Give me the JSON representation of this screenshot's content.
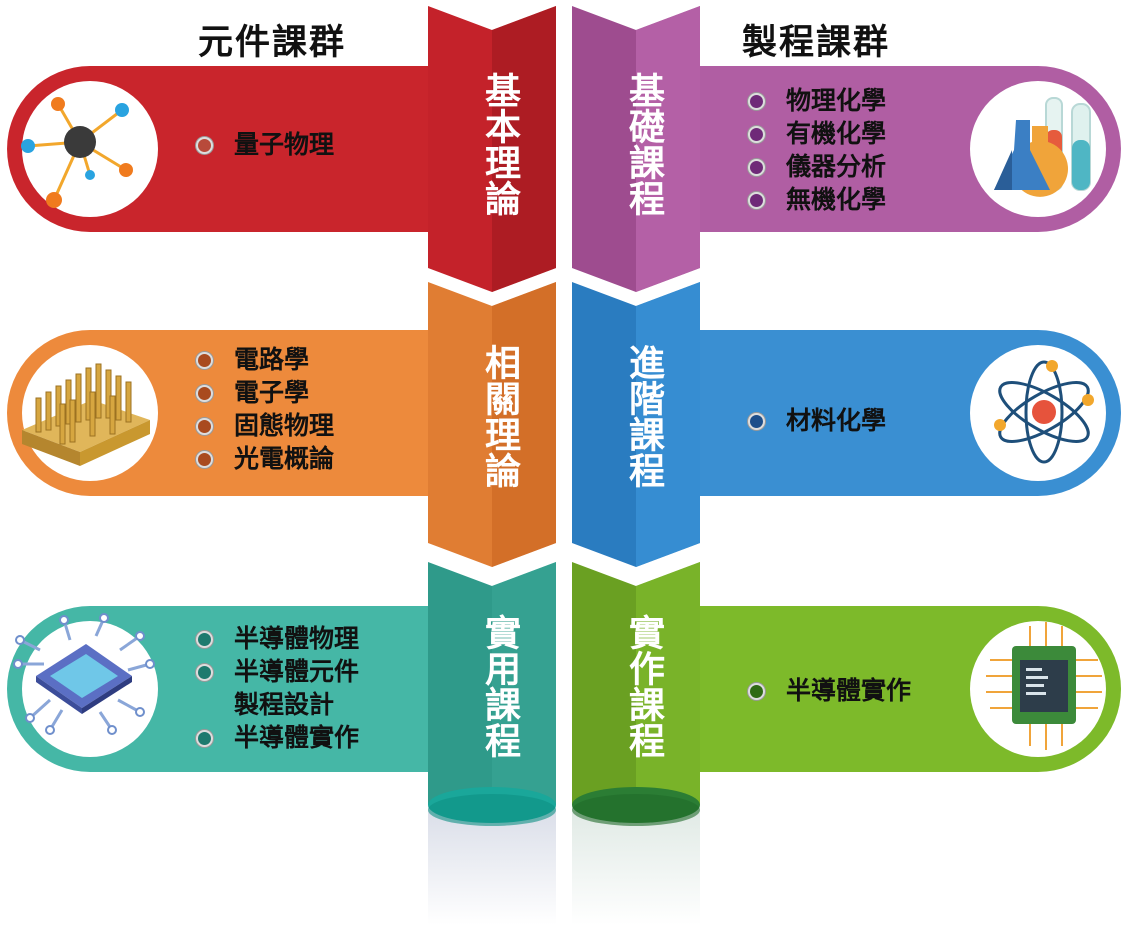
{
  "headers": {
    "left": "元件課群",
    "right": "製程課群"
  },
  "columns": {
    "left": [
      {
        "label": "基本理論",
        "color": "#c4222a"
      },
      {
        "label": "相關理論",
        "color": "#e4833a"
      },
      {
        "label": "實用課程",
        "color": "#3eaa9a"
      }
    ],
    "right": [
      {
        "label": "基礎課程",
        "color": "#a95595"
      },
      {
        "label": "進階課程",
        "color": "#2f86c8"
      },
      {
        "label": "實作課程",
        "color": "#72ad26"
      }
    ]
  },
  "left_bars": [
    {
      "icon": "molecule-icon",
      "color": "#c9252c",
      "dot_color": "#b84a3a",
      "items": [
        "量子物理"
      ]
    },
    {
      "icon": "heatsink-icon",
      "color": "#ed8a3c",
      "dot_color": "#a94a1e",
      "items": [
        "電路學",
        "電子學",
        "固態物理",
        "光電概論"
      ]
    },
    {
      "icon": "chip-icon",
      "color": "#45b7a6",
      "dot_color": "#1e7a6e",
      "items": [
        "半導體物理",
        "半導體元件",
        "半導體實作"
      ],
      "continuation": "製程設計"
    }
  ],
  "right_bars": [
    {
      "icon": "flask-icon",
      "color": "#b05ea3",
      "dot_color": "#6f2a78",
      "items": [
        "物理化學",
        "有機化學",
        "儀器分析",
        "無機化學"
      ]
    },
    {
      "icon": "atom-icon",
      "color": "#3a8fd2",
      "dot_color": "#1d4e8a",
      "items": [
        "材料化學"
      ]
    },
    {
      "icon": "cpu-icon",
      "color": "#7dba2a",
      "dot_color": "#2f6a14",
      "items": [
        "半導體實作"
      ]
    }
  ]
}
